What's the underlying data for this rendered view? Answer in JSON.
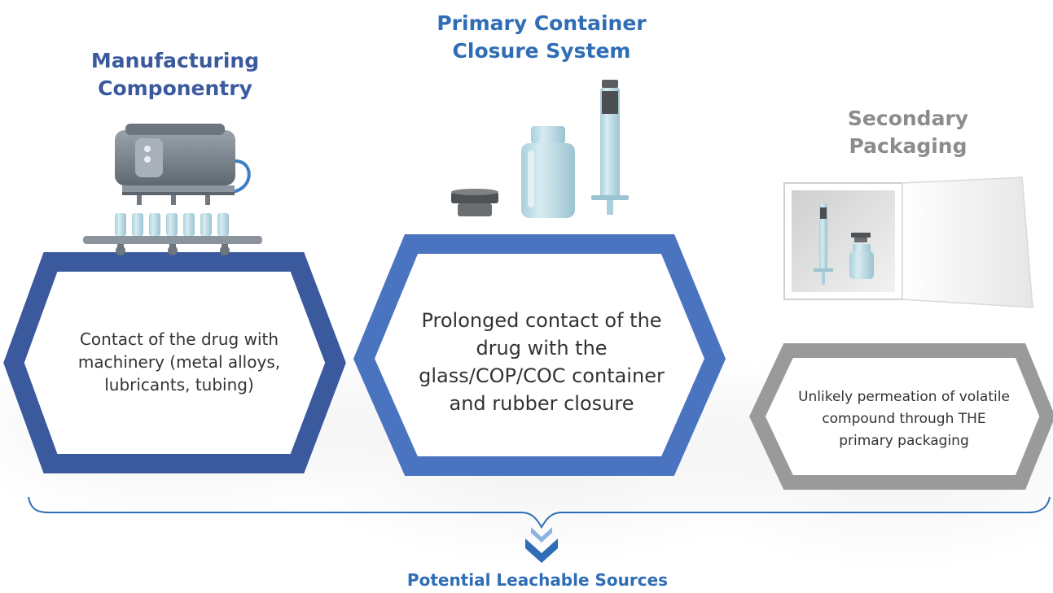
{
  "columns": [
    {
      "id": "manufacturing",
      "title_lines": [
        "Manufacturing",
        "Componentry"
      ],
      "description": "Contact of the drug with machinery (metal alloys, lubricants, tubing)",
      "border_color": "#3b5a9e",
      "illustration": "filling-machine-icon"
    },
    {
      "id": "primary",
      "title_lines": [
        "Primary Container",
        "Closure System"
      ],
      "description": "Prolonged contact of the drug with the glass/COP/COC container and rubber closure",
      "border_color": "#4a74c0",
      "illustration": "vial-stopper-syringe-icon"
    },
    {
      "id": "secondary",
      "title_lines": [
        "Secondary",
        "Packaging"
      ],
      "description": "Unlikely permeation of volatile compound through THE primary packaging",
      "border_color": "#9a9a9a",
      "illustration": "open-box-icon"
    }
  ],
  "footer": {
    "label": "Potential Leachable Sources",
    "color": "#2f6db5"
  }
}
